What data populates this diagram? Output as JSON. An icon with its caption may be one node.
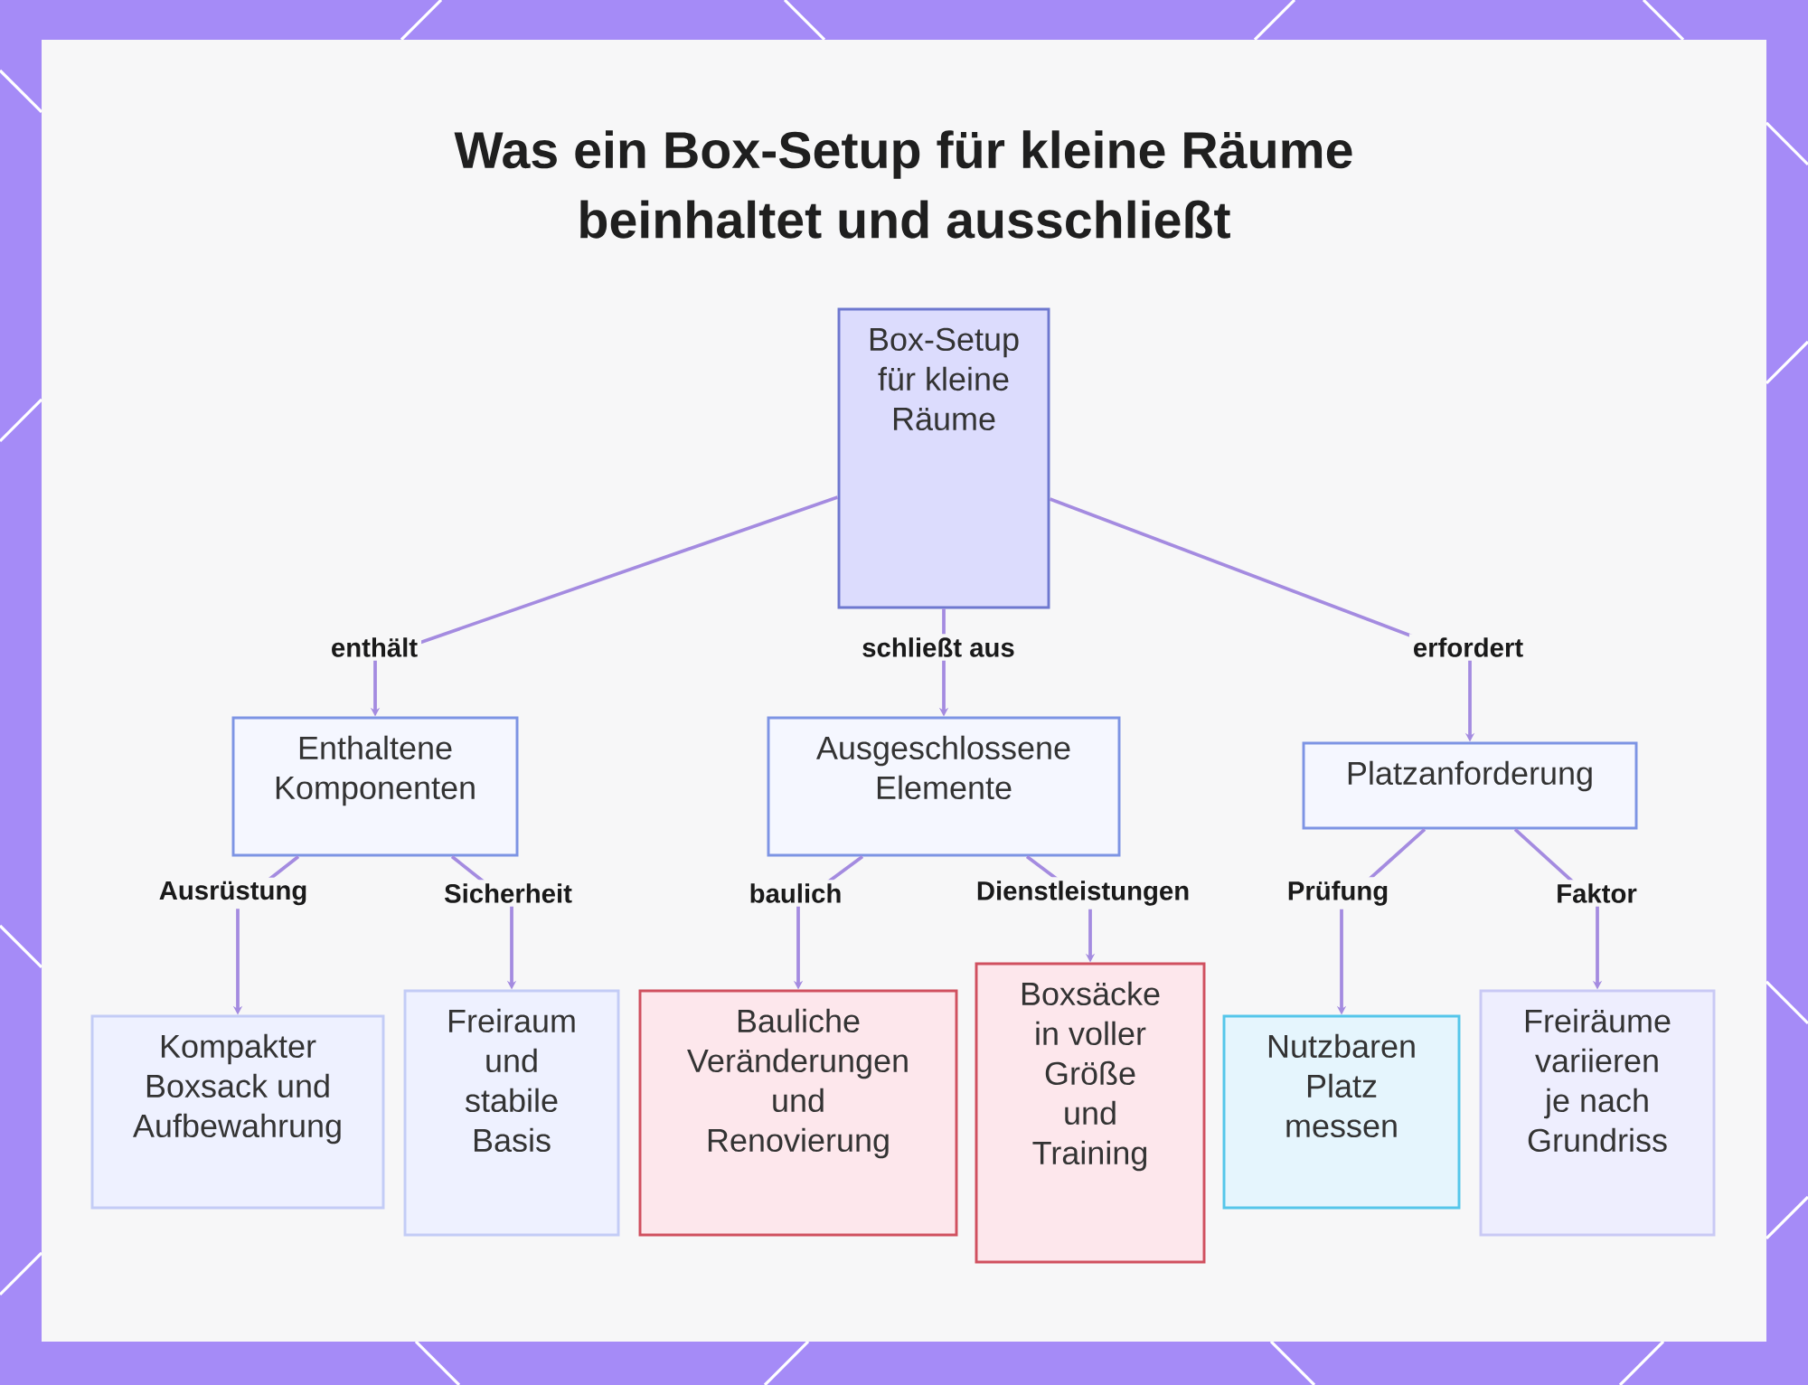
{
  "diagram": {
    "title": "Was ein Box-Setup für kleine Räume beinhaltet und ausschließt",
    "nodes": [
      {
        "text": [
          "Box-Setup für kleine Räume"
        ]
      },
      {
        "text": [
          "Enthaltene Komponenten"
        ]
      },
      {
        "text": [
          "Ausgeschlossene Elemente"
        ]
      },
      {
        "text": [
          "Platzanforderung"
        ]
      },
      {
        "text": [
          "Kompakter Boxsack und Aufbewahrung"
        ]
      },
      {
        "text": [
          "Freiraum und stabile Basis"
        ]
      },
      {
        "text": [
          "Bauliche Veränderungen und Renovierung"
        ]
      },
      {
        "text": [
          "Boxsäcke in voller Größe und Training"
        ]
      },
      {
        "text": [
          "Nutzbaren Platz messen"
        ]
      },
      {
        "text": [
          "Freiräume variieren je nach Grundriss"
        ]
      }
    ],
    "edges": [
      {
        "from": 0,
        "to": 1,
        "arrow": "to",
        "label": "enthält"
      },
      {
        "from": 0,
        "to": 2,
        "arrow": "to",
        "label": "schließt aus"
      },
      {
        "from": 0,
        "to": 3,
        "arrow": "to",
        "label": "erfordert"
      },
      {
        "from": 1,
        "to": 4,
        "arrow": "to",
        "label": "Ausrüstung"
      },
      {
        "from": 1,
        "to": 5,
        "arrow": "to",
        "label": "Sicherheit"
      },
      {
        "from": 2,
        "to": 6,
        "arrow": "to",
        "label": "baulich"
      },
      {
        "from": 2,
        "to": 7,
        "arrow": "to",
        "label": "Dienstleistungen"
      },
      {
        "from": 3,
        "to": 8,
        "arrow": "to",
        "label": "Prüfung"
      },
      {
        "from": 3,
        "to": 9,
        "arrow": "to",
        "label": "Faktor"
      }
    ]
  }
}
